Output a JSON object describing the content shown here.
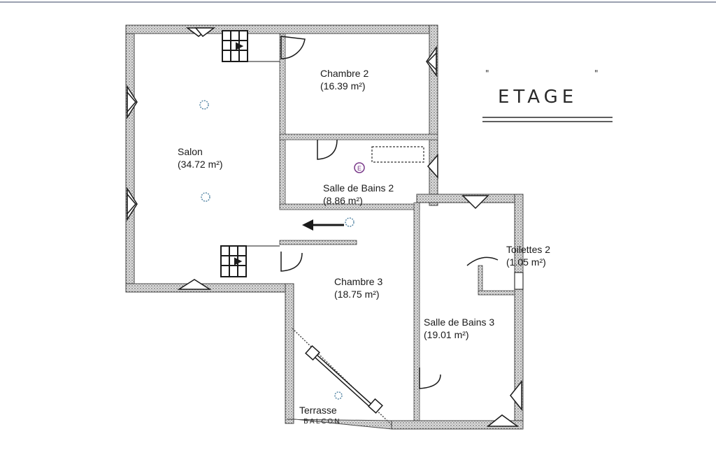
{
  "title": {
    "text": "ETAGE",
    "quote_open": "\"",
    "quote_close": "\""
  },
  "rooms": [
    {
      "id": "salon",
      "name": "Salon",
      "area": "(34.72 m²)"
    },
    {
      "id": "chambre-2",
      "name": "Chambre 2",
      "area": "(16.39 m²)"
    },
    {
      "id": "salle-de-bains-2",
      "name": "Salle de Bains 2",
      "area": "(8.86 m²)"
    },
    {
      "id": "chambre-3",
      "name": "Chambre 3",
      "area": "(18.75 m²)"
    },
    {
      "id": "toilettes-2",
      "name": "Toilettes 2",
      "area": "(1.05 m²)"
    },
    {
      "id": "salle-de-bains-3",
      "name": "Salle de Bains 3",
      "area": "(19.01 m²)"
    },
    {
      "id": "terrasse",
      "name": "Terrasse",
      "note": "BALCON"
    }
  ],
  "symbols": {
    "electric_meter": "E"
  },
  "colors": {
    "wall_fill": "#d4d4d4",
    "wall_stroke": "#4a4a4a",
    "ink": "#1a1a1a",
    "fixture_blue": "#5a8aa8",
    "meter_purple": "#7a3a8a"
  }
}
